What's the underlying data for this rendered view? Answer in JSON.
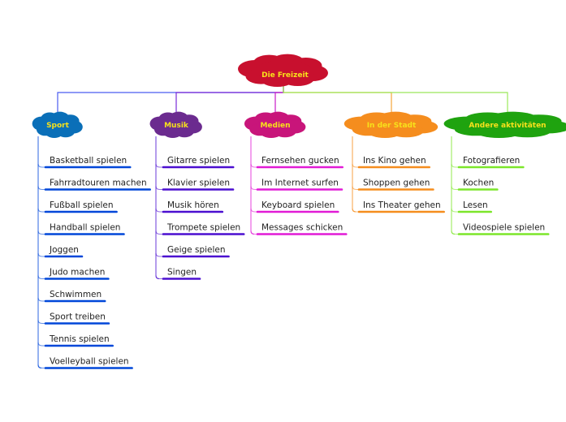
{
  "central": {
    "label": "Die Freizeit",
    "color": "#c8102e"
  },
  "branches": [
    {
      "label": "Sport",
      "color": "#0a6fb8",
      "line_color": "#0047d9",
      "items": [
        "Basketball spielen",
        "Fahrradtouren machen",
        "Fußball spielen",
        "Handball spielen",
        "Joggen",
        "Judo machen",
        "Schwimmen",
        "Sport treiben",
        "Tennis spielen",
        "Voelleyball spielen"
      ]
    },
    {
      "label": "Musik",
      "color": "#6b2b8f",
      "line_color": "#4b0fd0",
      "items": [
        "Gitarre spielen",
        "Klavier spielen",
        "Musik hören",
        "Trompete spielen",
        "Geige spielen",
        "Singen"
      ]
    },
    {
      "label": "Medien",
      "color": "#c8157a",
      "line_color": "#e11bd6",
      "items": [
        "Fernsehen gucken",
        "Im Internet surfen",
        "Keyboard spielen",
        "Messages schicken"
      ]
    },
    {
      "label": "In der Stadt",
      "color": "#f58d1e",
      "line_color": "#f58d1e",
      "items": [
        "Ins Kino gehen",
        "Shoppen gehen",
        "Ins Theater gehen"
      ]
    },
    {
      "label": "Andere aktivitäten",
      "color": "#1fa30f",
      "line_color": "#7ce62a",
      "items": [
        "Fotografieren",
        "Kochen",
        "Lesen",
        "Videospiele spielen"
      ]
    }
  ]
}
